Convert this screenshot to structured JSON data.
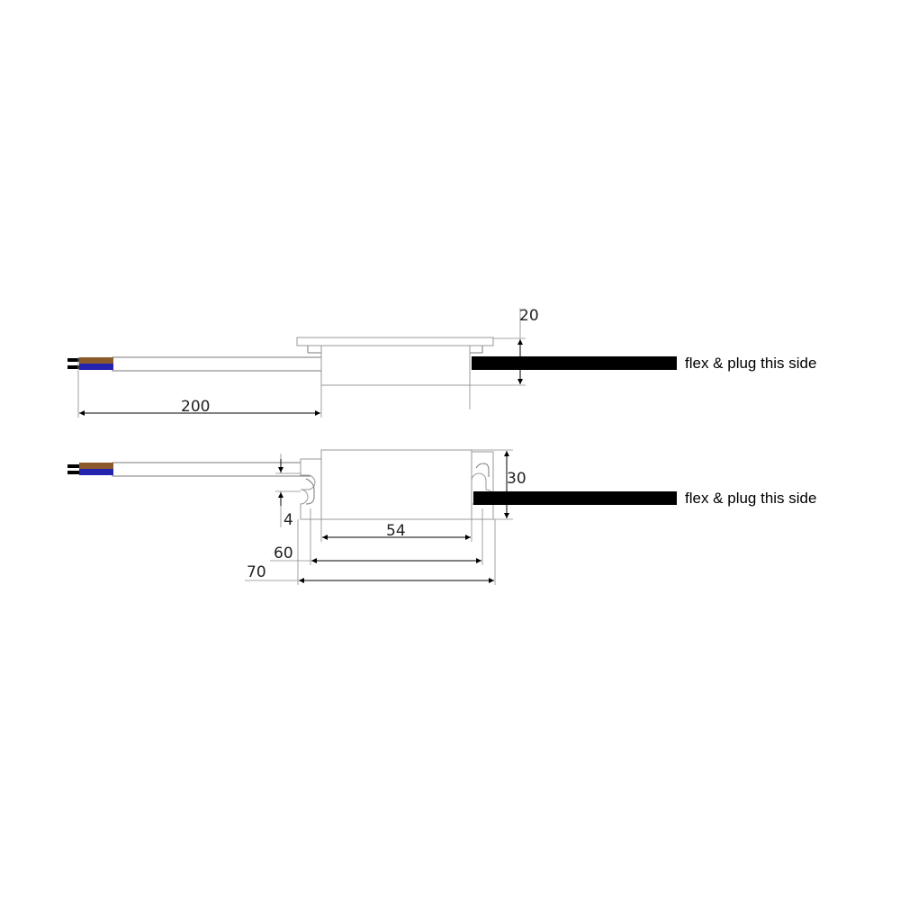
{
  "dimensions": {
    "cable_length": "200",
    "height": "20",
    "width": "30",
    "body_length": "54",
    "mount_length": "60",
    "overall_length": "70",
    "tab_offset": "4"
  },
  "notes": {
    "top_view": "flex & plug this side",
    "bottom_view": "flex & plug this side"
  },
  "colors": {
    "live_wire": "#8b5a2b",
    "neutral_wire": "#2323b0",
    "flex_cable": "#000000",
    "outline": "#9a9a9a"
  }
}
